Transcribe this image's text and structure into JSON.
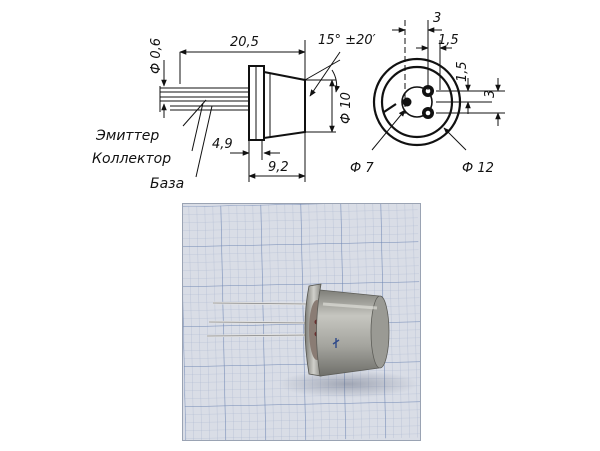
{
  "drawing": {
    "dims": {
      "length_total": "20,5",
      "lead_diameter": "Ф 0,6",
      "taper_angle": "15° ±20′",
      "body_diameter": "Ф 10",
      "flange_offset": "4,9",
      "body_length": "9,2",
      "pin_spacing_top": "3",
      "pin_offset_top": "1,5",
      "pin_offset_right": "1,5",
      "pin_spacing_right": "3",
      "pin_circle": "Ф 7",
      "flange_diameter": "Ф 12"
    },
    "leads": {
      "emitter": "Эмиттер",
      "collector": "Коллектор",
      "base": "База"
    }
  },
  "photo": {
    "subject": "metal-can transistor on graph paper",
    "colors": {
      "paper": "#d9dde6",
      "grid_minor": "#a9b6cf",
      "grid_major": "#6f86b3",
      "metal": "#a7a7a2",
      "lead": "#cfcfcf"
    }
  }
}
